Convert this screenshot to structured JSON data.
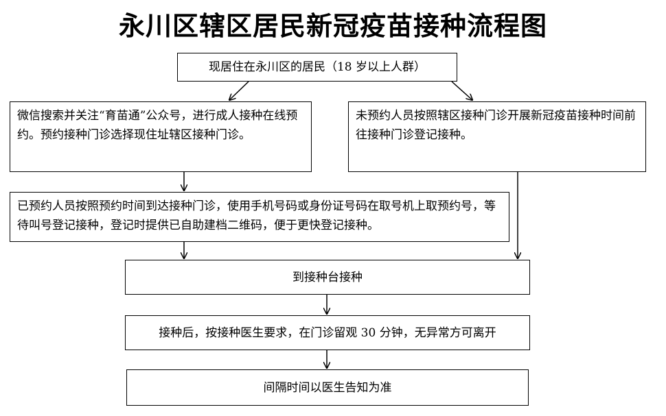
{
  "title": "永川区辖区居民新冠疫苗接种流程图",
  "nodes": {
    "residents": "现居住在永川区的居民（18 岁以上人群）",
    "online_booking": "微信搜索并关注“育苗通”公众号，进行成人接种在线预约。预约接种门诊选择现住址辖区接种门诊。",
    "walk_in": "未预约人员按照辖区接种门诊开展新冠疫苗接种时间前往接种门诊登记接种。",
    "booked_arrival": "已预约人员按照预约时间到达接种门诊，使用手机号码或身份证号码在取号机上取预约号，等待叫号登记接种，登记时提供已自助建档二维码，便于更快登记接种。",
    "vaccination_desk": "到接种台接种",
    "observation": "接种后，按接种医生要求，在门诊留观 30 分钟，无异常方可离开",
    "interval": "间隔时间以医生告知为准"
  }
}
